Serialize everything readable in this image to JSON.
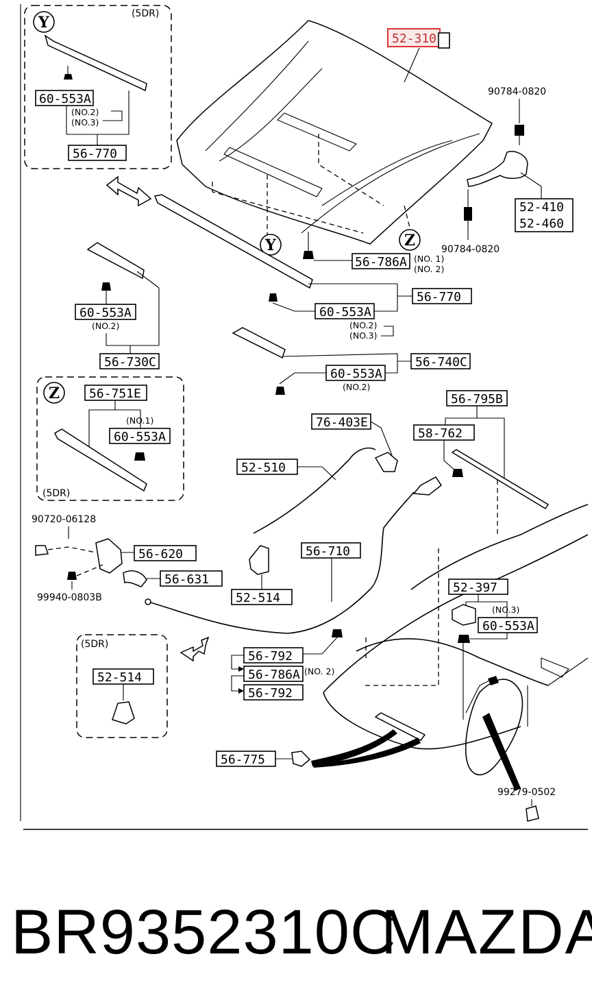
{
  "footer": {
    "part_number": "BR9352310C",
    "brand": "MAZDA"
  },
  "callout_labels": {
    "y": "Y",
    "z": "Z",
    "five_door": "(5DR)"
  },
  "parts": {
    "hood": "52-310",
    "bolt_upper": "90784-0820",
    "bolt_lower": "90784-0820",
    "hinge_a": "52-410",
    "hinge_b": "52-460",
    "y_clip": "60-553A",
    "y_seal": "56-770",
    "hood_bumper": "56-786A",
    "hood_seal": "56-770",
    "hood_seal_clip": "60-553A",
    "left_clip": "60-553A",
    "left_seal": "56-730C",
    "right_seal": "56-740C",
    "right_clip": "60-553A",
    "z_seal": "56-751E",
    "z_clip": "60-553A",
    "cowl_seal": "56-795B",
    "cowl_clip": "58-762",
    "stay_holder": "76-403E",
    "prop_rod": "52-510",
    "stay_clip": "52-514",
    "release_cable": "56-710",
    "lock_bolt": "90720-06128",
    "lock": "56-620",
    "lock_cover": "56-631",
    "lock_screw": "99940-0803B",
    "clip_a": "56-792",
    "bumper_b": "56-786A",
    "clip_b": "56-792",
    "dr5_stay_clip": "52-514",
    "cable_clamp": "56-775",
    "screw_front": "99279-0502",
    "striker": "52-397",
    "striker_clip": "60-553A"
  },
  "notes": {
    "y_no2": "(NO.2)",
    "y_no3": "(NO.3)",
    "bumper_no1": "(NO. 1)",
    "bumper_no2": "(NO. 2)",
    "seal_no2": "(NO.2)",
    "seal_no3": "(NO.3)",
    "left_no2": "(NO.2)",
    "right_no2": "(NO.2)",
    "z_no1": "(NO.1)",
    "bumper_b_no2": "(NO. 2)",
    "striker_no3": "(NO.3)"
  }
}
